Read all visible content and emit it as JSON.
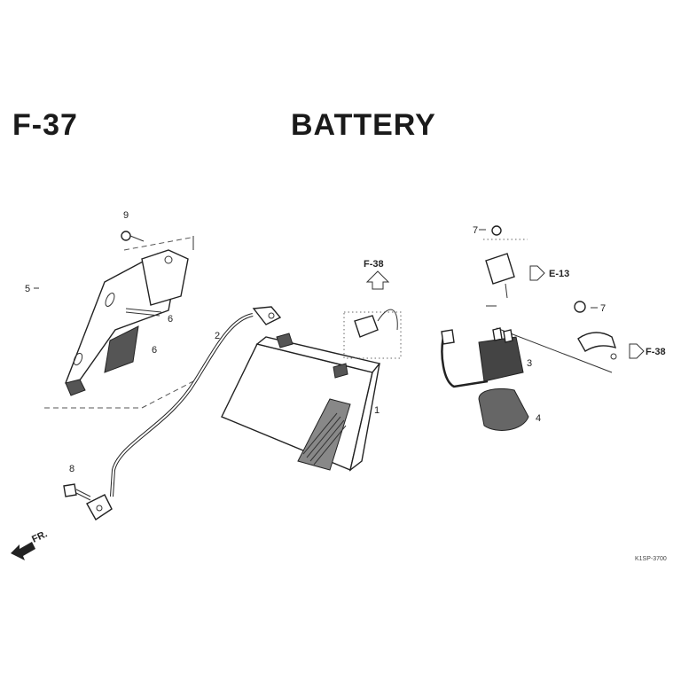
{
  "header": {
    "section_code": "F-37",
    "title": "BATTERY"
  },
  "callouts": {
    "n1": "1",
    "n2": "2",
    "n3": "3",
    "n4": "4",
    "n5": "5",
    "n6a": "6",
    "n6b": "6",
    "n7a": "7",
    "n7b": "7",
    "n8": "8",
    "n9": "9"
  },
  "references": {
    "f38_top": "F-38",
    "e13": "E-13",
    "f38_right": "F-38"
  },
  "direction_label": "FR.",
  "diagram_code": "K1SP-3700"
}
